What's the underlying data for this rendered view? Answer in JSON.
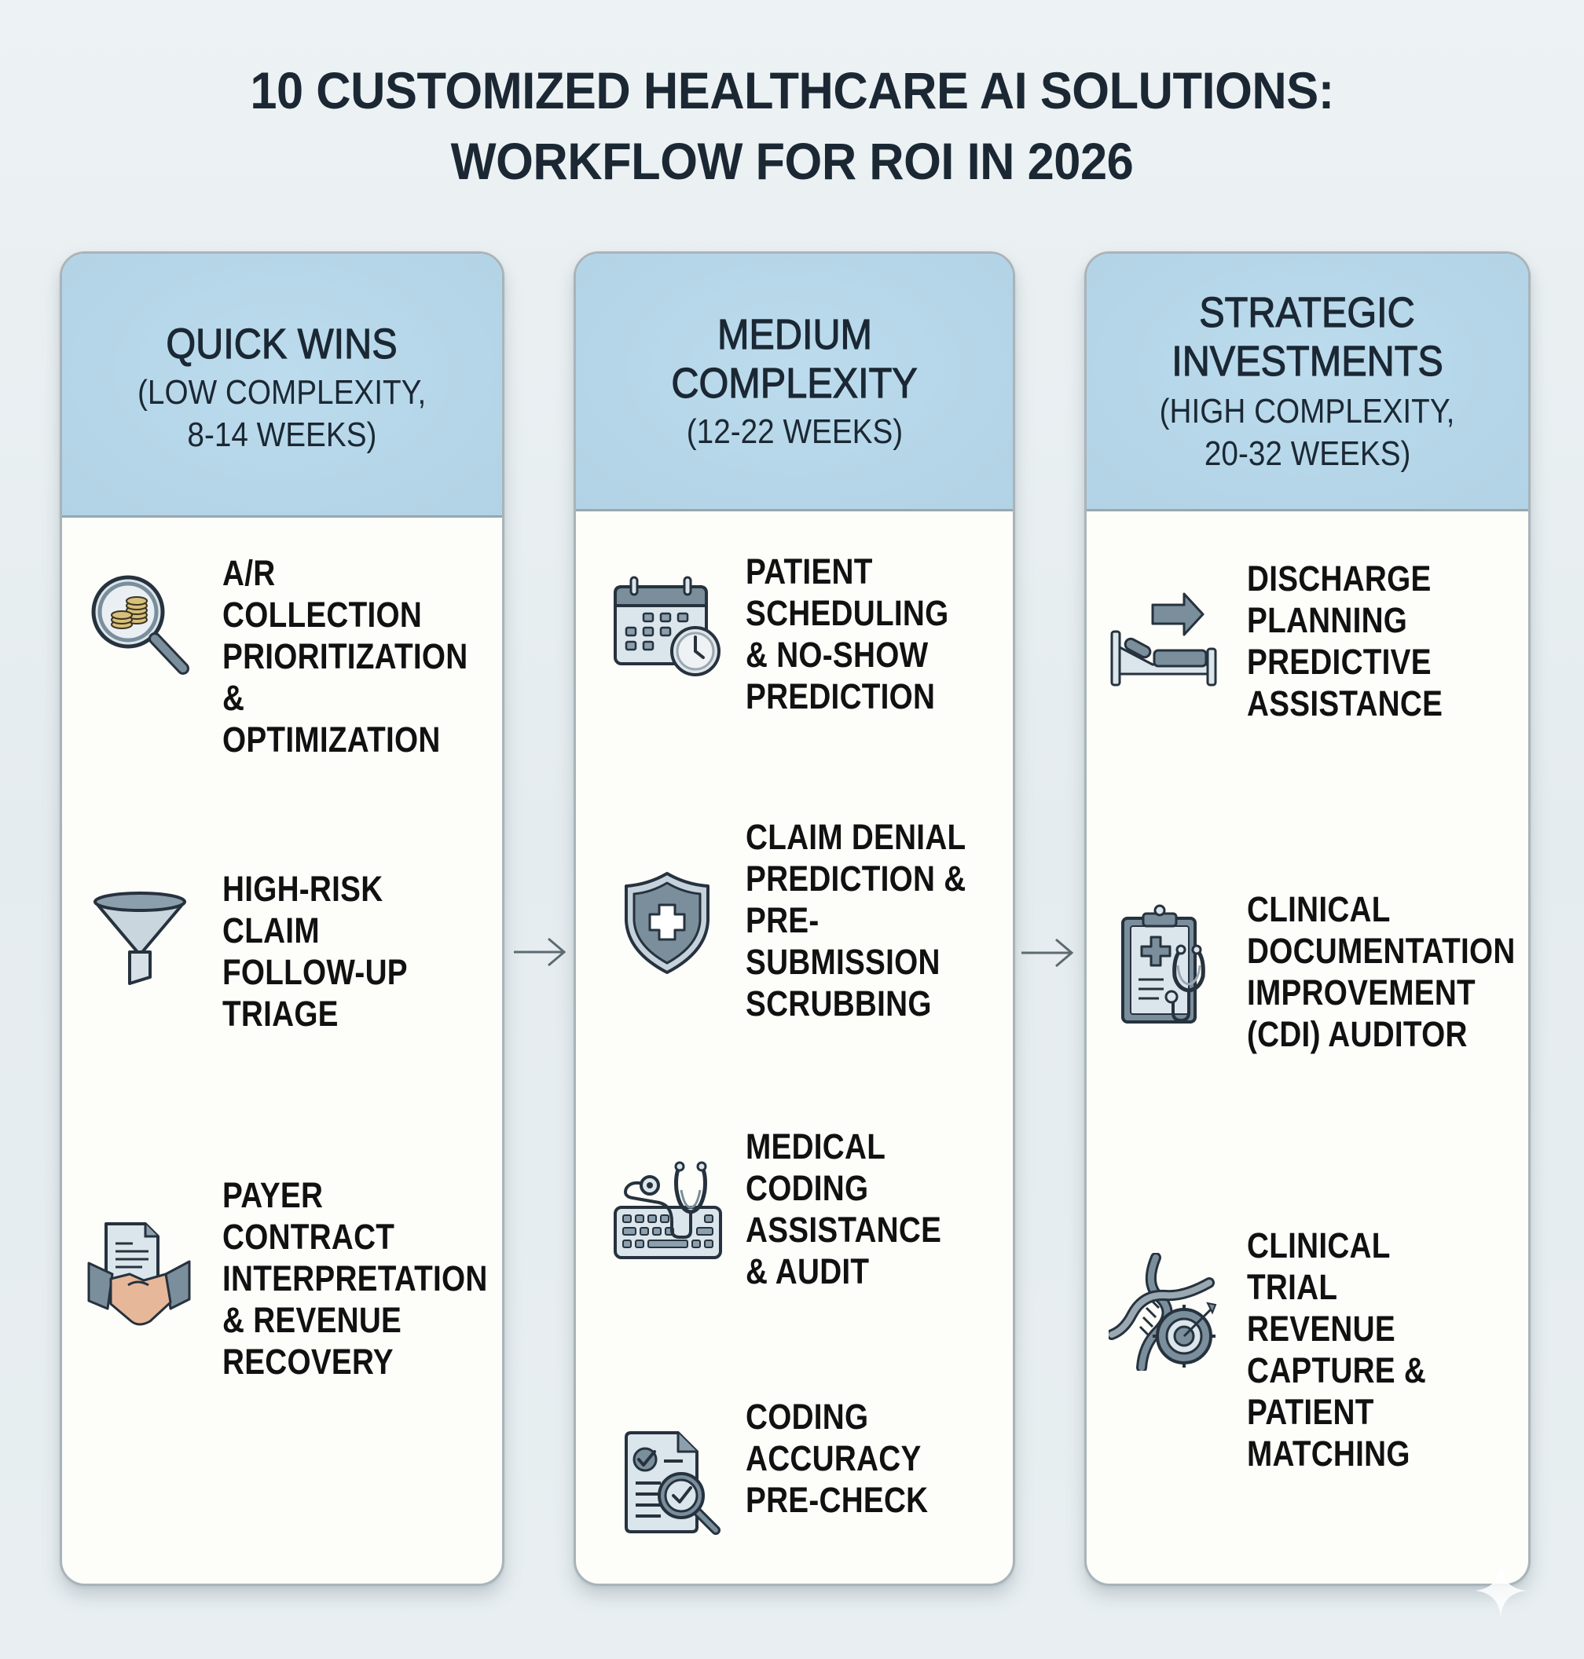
{
  "title": {
    "line1": "10 CUSTOMIZED HEALTHCARE AI SOLUTIONS:",
    "line2": "WORKFLOW FOR ROI IN 2026"
  },
  "colors": {
    "page_background": "#e8eef1",
    "header_background": "#b6d7e9",
    "card_background": "#fdfdfa",
    "card_border": "#a9b4ba",
    "icon_fill": "#7a8e9c",
    "icon_light": "#d8e3ea",
    "icon_stroke": "#26323d",
    "text": "#111111",
    "title_text": "#1b2834"
  },
  "columns": [
    {
      "title_lines": [
        "QUICK WINS"
      ],
      "subtitle_lines": [
        "(LOW COMPLEXITY,",
        "8-14 WEEKS)"
      ],
      "items": [
        {
          "icon": "magnifier-coins-icon",
          "label": "A/R COLLECTION\nPRIORITIZATION\n&\nOPTIMIZATION"
        },
        {
          "icon": "funnel-icon",
          "label": "HIGH-RISK\nCLAIM\nFOLLOW-UP\nTRIAGE"
        },
        {
          "icon": "contract-handshake-icon",
          "label": "PAYER\nCONTRACT\nINTERPRETATION\n& REVENUE\nRECOVERY"
        }
      ]
    },
    {
      "title_lines": [
        "MEDIUM",
        "COMPLEXITY"
      ],
      "subtitle_lines": [
        "(12-22 WEEKS)"
      ],
      "items": [
        {
          "icon": "calendar-clock-icon",
          "label": "PATIENT\nSCHEDULING\n& NO-SHOW\nPREDICTION"
        },
        {
          "icon": "shield-medical-cross-icon",
          "label": "CLAIM DENIAL\nPREDICTION &\nPRE-\nSUBMISSION\nSCRUBBING"
        },
        {
          "icon": "keyboard-stethoscope-icon",
          "label": "MEDICAL\nCODING\nASSISTANCE\n& AUDIT"
        },
        {
          "icon": "document-check-magnifier-icon",
          "label": "CODING\nACCURACY\nPRE-CHECK"
        }
      ]
    },
    {
      "title_lines": [
        "STRATEGIC",
        "INVESTMENTS"
      ],
      "subtitle_lines": [
        "(HIGH COMPLEXITY,",
        "20-32 WEEKS)"
      ],
      "items": [
        {
          "icon": "hospital-bed-arrow-icon",
          "label": "DISCHARGE\nPLANNING\nPREDICTIVE\nASSISTANCE"
        },
        {
          "icon": "clipboard-stethoscope-icon",
          "label": "CLINICAL\nDOCUMENTATION\nIMPROVEMENT\n(CDI) AUDITOR"
        },
        {
          "icon": "dna-target-icon",
          "label": "CLINICAL TRIAL\nREVENUE\nCAPTURE &\nPATIENT\nMATCHING"
        }
      ]
    }
  ],
  "connectors": [
    {
      "from": "QUICK WINS",
      "to": "MEDIUM COMPLEXITY",
      "icon": "arrow-right-icon"
    },
    {
      "from": "MEDIUM COMPLEXITY",
      "to": "STRATEGIC INVESTMENTS",
      "icon": "arrow-right-icon"
    }
  ]
}
